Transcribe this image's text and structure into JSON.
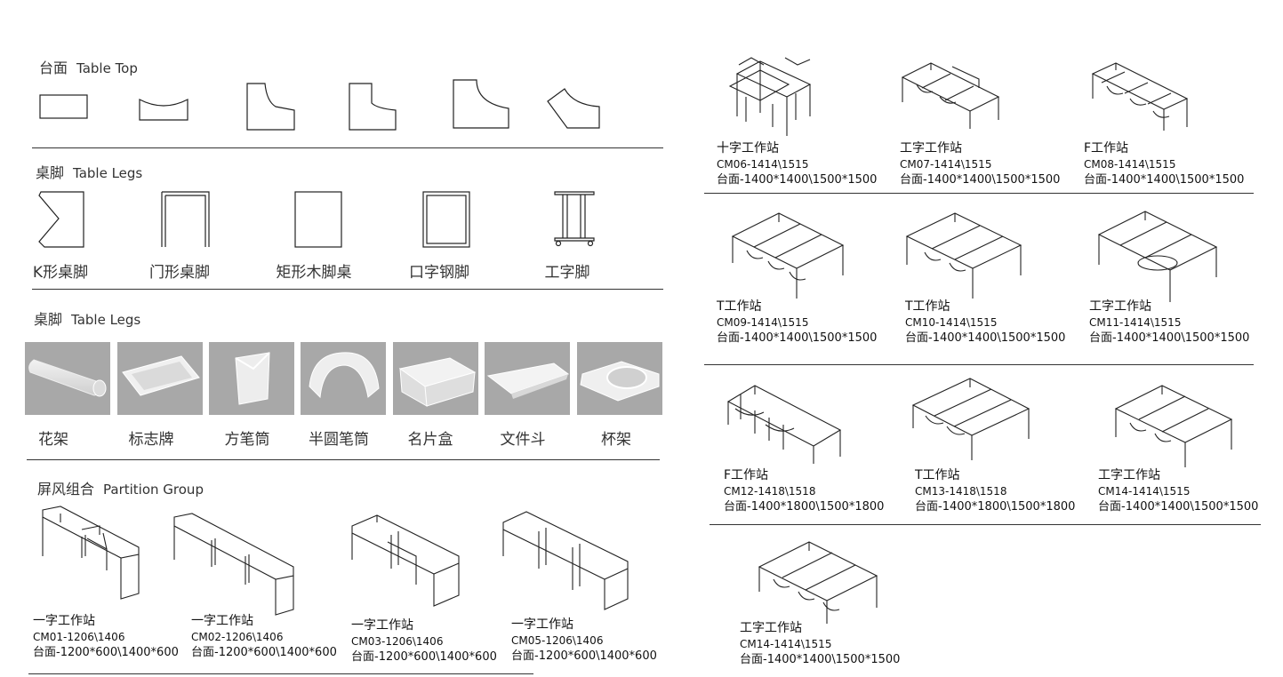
{
  "sections": {
    "table_top": {
      "cn": "台面",
      "en": "Table Top"
    },
    "table_legs": {
      "cn": "桌脚",
      "en": "Table Legs",
      "items": [
        "K形桌脚",
        "门形桌脚",
        "矩形木脚桌",
        "口字钢脚",
        "工字脚"
      ]
    },
    "accessories": {
      "cn": "桌脚",
      "en": "Table Legs",
      "items": [
        "花架",
        "标志牌",
        "方笔筒",
        "半圆笔筒",
        "名片盒",
        "文件斗",
        "杯架"
      ]
    },
    "partition": {
      "cn": "屏风组合",
      "en": "Partition Group"
    }
  },
  "partition_items": [
    {
      "title": "一字工作站",
      "code": "CM01-1206\\1406",
      "dims": "台面-1200*600\\1400*600"
    },
    {
      "title": "一字工作站",
      "code": "CM02-1206\\1406",
      "dims": "台面-1200*600\\1400*600"
    },
    {
      "title": "一字工作站",
      "code": "CM03-1206\\1406",
      "dims": "台面-1200*600\\1400*600"
    },
    {
      "title": "一字工作站",
      "code": "CM05-1206\\1406",
      "dims": "台面-1200*600\\1400*600"
    }
  ],
  "workstations": [
    {
      "title": "十字工作站",
      "code": "CM06-1414\\1515",
      "dims": "台面-1400*1400\\1500*1500"
    },
    {
      "title": "工字工作站",
      "code": "CM07-1414\\1515",
      "dims": "台面-1400*1400\\1500*1500"
    },
    {
      "title": "F工作站",
      "code": "CM08-1414\\1515",
      "dims": "台面-1400*1400\\1500*1500"
    },
    {
      "title": "T工作站",
      "code": "CM09-1414\\1515",
      "dims": "台面-1400*1400\\1500*1500"
    },
    {
      "title": "T工作站",
      "code": "CM10-1414\\1515",
      "dims": "台面-1400*1400\\1500*1500"
    },
    {
      "title": "工字工作站",
      "code": "CM11-1414\\1515",
      "dims": "台面-1400*1400\\1500*1500"
    },
    {
      "title": "F工作站",
      "code": "CM12-1418\\1518",
      "dims": "台面-1400*1800\\1500*1800"
    },
    {
      "title": "T工作站",
      "code": "CM13-1418\\1518",
      "dims": "台面-1400*1800\\1500*1800"
    },
    {
      "title": "工字工作站",
      "code": "CM14-1414\\1515",
      "dims": "台面-1400*1400\\1500*1500"
    },
    {
      "title": "工字工作站",
      "code": "CM14-1414\\1515",
      "dims": "台面-1400*1400\\1500*1500"
    }
  ]
}
